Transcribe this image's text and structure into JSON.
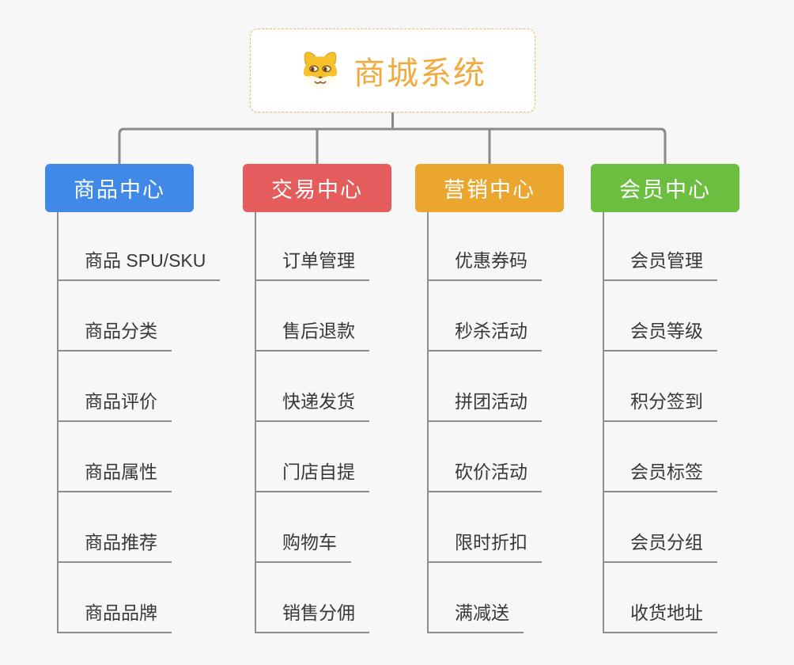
{
  "root": {
    "title": "商城系统",
    "icon": "dog-face-icon",
    "accent_color": "#f2a93e",
    "border_color": "#f3b95f"
  },
  "branches": [
    {
      "label": "商品中心",
      "color": "#4189e8",
      "items": [
        "商品 SPU/SKU",
        "商品分类",
        "商品评价",
        "商品属性",
        "商品推荐",
        "商品品牌"
      ]
    },
    {
      "label": "交易中心",
      "color": "#e45c5c",
      "items": [
        "订单管理",
        "售后退款",
        "快递发货",
        "门店自提",
        "购物车",
        "销售分佣"
      ]
    },
    {
      "label": "营销中心",
      "color": "#eba62f",
      "items": [
        "优惠券码",
        "秒杀活动",
        "拼团活动",
        "砍价活动",
        "限时折扣",
        "满减送"
      ]
    },
    {
      "label": "会员中心",
      "color": "#6cbe41",
      "items": [
        "会员管理",
        "会员等级",
        "积分签到",
        "会员标签",
        "会员分组",
        "收货地址"
      ]
    }
  ],
  "colors": {
    "background": "#f7f7f7",
    "connector_line": "#8a8a8a",
    "leaf_underline": "#8e8e8e",
    "leaf_text": "#383838",
    "branch_text": "#ffffff"
  }
}
